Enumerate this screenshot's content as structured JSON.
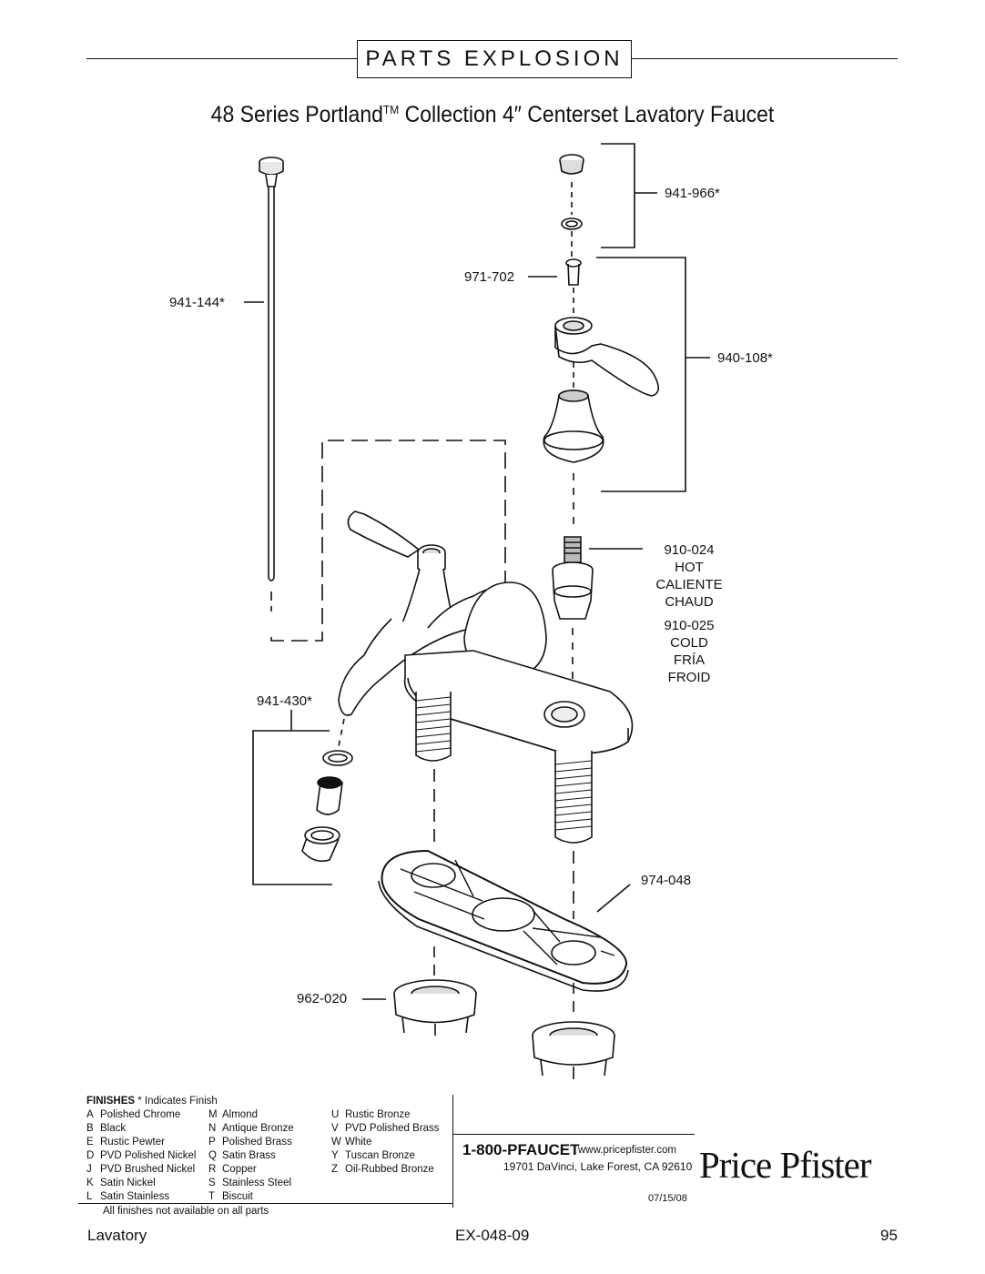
{
  "header": {
    "label": "PARTS EXPLOSION"
  },
  "title": {
    "main": "48 Series Portland",
    "tm": "TM",
    "rest": " Collection 4″ Centerset Lavatory Faucet"
  },
  "parts": {
    "p941_966": "941-966*",
    "p971_702": "971-702",
    "p941_144": "941-144*",
    "p940_108": "940-108*",
    "p910_024": "910-024",
    "hot": [
      "HOT",
      "CALIENTE",
      "CHAUD"
    ],
    "p910_025": "910-025",
    "cold": [
      "COLD",
      "FRÍA",
      "FROID"
    ],
    "p941_430": "941-430*",
    "p974_048": "974-048",
    "p962_020": "962-020"
  },
  "finishes": {
    "heading": "FINISHES",
    "star_note": "* Indicates Finish",
    "col1": [
      {
        "code": "A",
        "name": "Polished Chrome"
      },
      {
        "code": "B",
        "name": "Black"
      },
      {
        "code": "E",
        "name": "Rustic Pewter"
      },
      {
        "code": "D",
        "name": "PVD Polished Nickel"
      },
      {
        "code": "J",
        "name": "PVD Brushed Nickel"
      },
      {
        "code": "K",
        "name": "Satin Nickel"
      },
      {
        "code": "L",
        "name": "Satin Stainless"
      }
    ],
    "col2": [
      {
        "code": "M",
        "name": "Almond"
      },
      {
        "code": "N",
        "name": "Antique Bronze"
      },
      {
        "code": "P",
        "name": "Polished Brass"
      },
      {
        "code": "Q",
        "name": "Satin Brass"
      },
      {
        "code": "R",
        "name": "Copper"
      },
      {
        "code": "S",
        "name": "Stainless Steel"
      },
      {
        "code": "T",
        "name": "Biscuit"
      }
    ],
    "col3": [
      {
        "code": "U",
        "name": "Rustic Bronze"
      },
      {
        "code": "V",
        "name": "PVD Polished Brass"
      },
      {
        "code": "W",
        "name": "White"
      },
      {
        "code": "Y",
        "name": "Tuscan Bronze"
      },
      {
        "code": "Z",
        "name": "Oil-Rubbed Bronze"
      }
    ],
    "note": "All finishes not available on all parts"
  },
  "contact": {
    "phone": "1-800-PFAUCET",
    "web": "www.pricepfister.com",
    "address": "19701 DaVinci, Lake Forest, CA  92610",
    "date": "07/15/08"
  },
  "logo": "Price Pfister",
  "footer": {
    "left": "Lavatory",
    "center": "EX-048-09",
    "right": "95"
  }
}
